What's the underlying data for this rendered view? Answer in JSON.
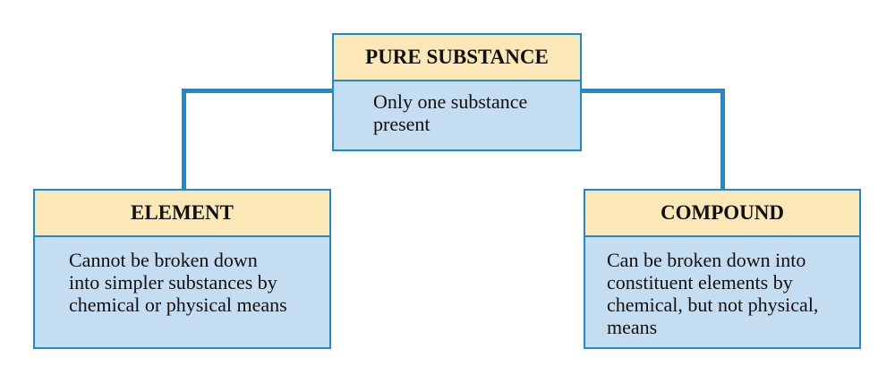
{
  "colors": {
    "connector": "#1b8ad1",
    "header_fill": "#fce8b6",
    "body_fill": "#c5ddf0",
    "border": "#1b8ad1",
    "text": "#111111"
  },
  "pure_substance": {
    "title": "PURE SUBSTANCE",
    "description_lines": [
      "Only one substance",
      "present"
    ]
  },
  "element": {
    "title": "ELEMENT",
    "description_lines": [
      "Cannot be broken down",
      "into simpler substances by",
      "chemical or physical means"
    ]
  },
  "compound": {
    "title": "COMPOUND",
    "description_lines": [
      "Can be broken down into",
      "constituent elements by",
      "chemical, but not physical,",
      "means"
    ]
  }
}
